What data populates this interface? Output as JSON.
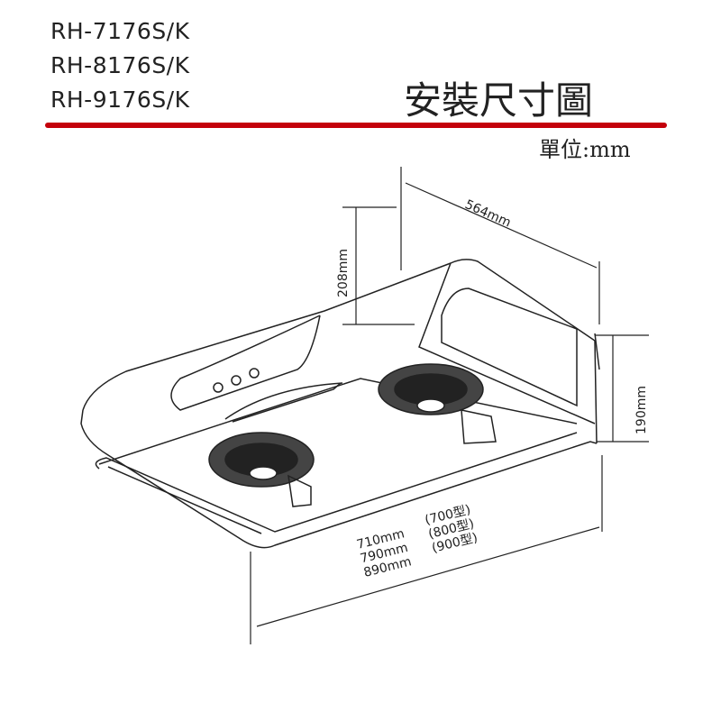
{
  "header": {
    "models": [
      "RH-7176S/K",
      "RH-8176S/K",
      "RH-9176S/K"
    ],
    "title": "安裝尺寸圖",
    "unit": "單位:mm"
  },
  "colors": {
    "accent": "#c4000b",
    "line": "#222222"
  },
  "dimensions": {
    "depth": "564mm",
    "height_back": "208mm",
    "height_side": "190mm",
    "widths": [
      "710mm",
      "790mm",
      "890mm"
    ],
    "models": [
      "(700型)",
      "(800型)",
      "(900型)"
    ]
  }
}
